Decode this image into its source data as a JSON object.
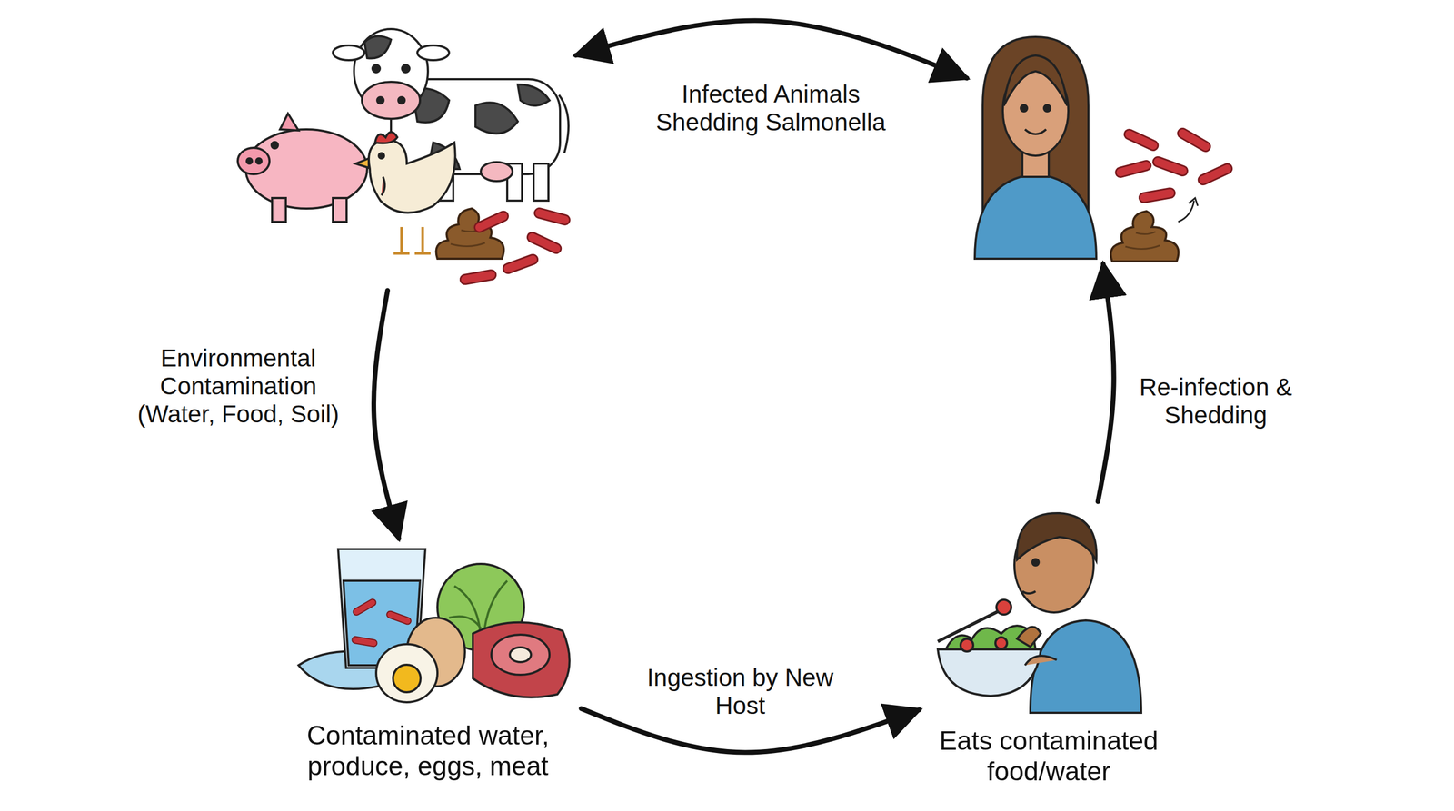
{
  "diagram": {
    "nodes": [
      {
        "text": []
      },
      {
        "text": []
      },
      {
        "text": [
          "Contaminated water, produce, eggs, meat"
        ]
      },
      {
        "text": [
          "Eats contaminated food/water"
        ]
      }
    ],
    "edges": [
      {
        "from": 0,
        "to": 1,
        "label": "Infected Animals Shedding Salmonella",
        "arrow": "both"
      },
      {
        "from": 0,
        "to": 2,
        "label": "Environmental Contamination (Water, Food, Soil)",
        "arrow": "to"
      },
      {
        "from": 2,
        "to": 3,
        "label": "Ingestion by New Host",
        "arrow": "to"
      },
      {
        "from": 3,
        "to": 1,
        "label": "Re-infection & Shedding",
        "arrow": "to"
      }
    ]
  }
}
